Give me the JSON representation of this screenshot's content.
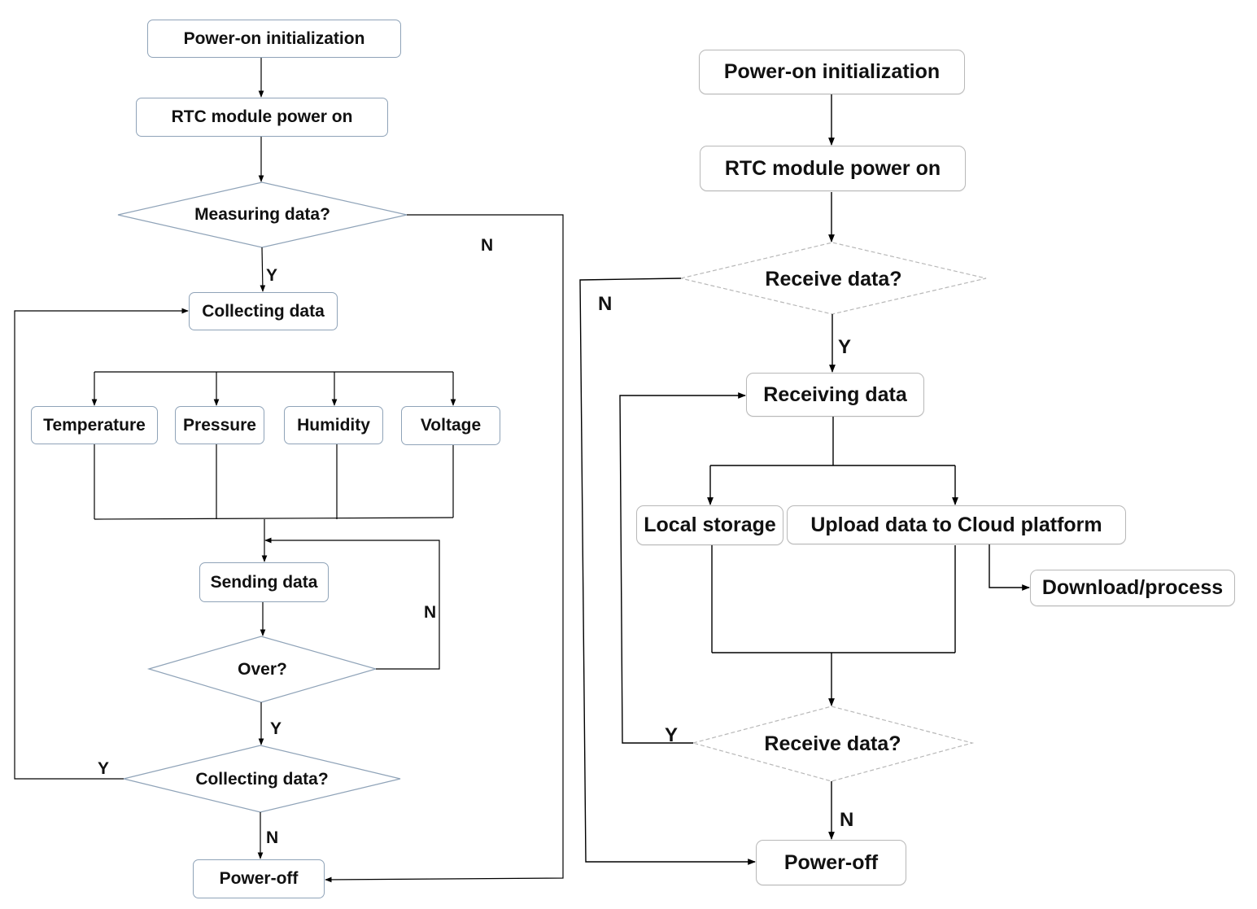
{
  "left_flow": {
    "start": "Power-on initialization",
    "rtc": "RTC module power on",
    "measure_q": "Measuring data?",
    "collecting": "Collecting data",
    "sensors": [
      "Temperature",
      "Pressure",
      "Humidity",
      "Voltage"
    ],
    "sending": "Sending data",
    "over_q": "Over?",
    "collecting_q": "Collecting data?",
    "power_off": "Power-off",
    "labels": {
      "measure_no": "N",
      "measure_yes": "Y",
      "over_no": "N",
      "over_yes": "Y",
      "collect_yes": "Y",
      "collect_no": "N"
    }
  },
  "right_flow": {
    "start": "Power-on initialization",
    "rtc": "RTC module power on",
    "receive_q": "Receive data?",
    "receiving": "Receiving data",
    "local_storage": "Local storage",
    "upload": "Upload data to Cloud platform",
    "download": "Download/process",
    "receive_q2": "Receive data?",
    "power_off": "Power-off",
    "labels": {
      "receive_no": "N",
      "receive_yes": "Y",
      "receive2_yes": "Y",
      "receive2_no": "N"
    }
  },
  "colors": {
    "line": "#000000",
    "left_border": "#8fa3b8",
    "right_border": "#b8b8b8"
  }
}
